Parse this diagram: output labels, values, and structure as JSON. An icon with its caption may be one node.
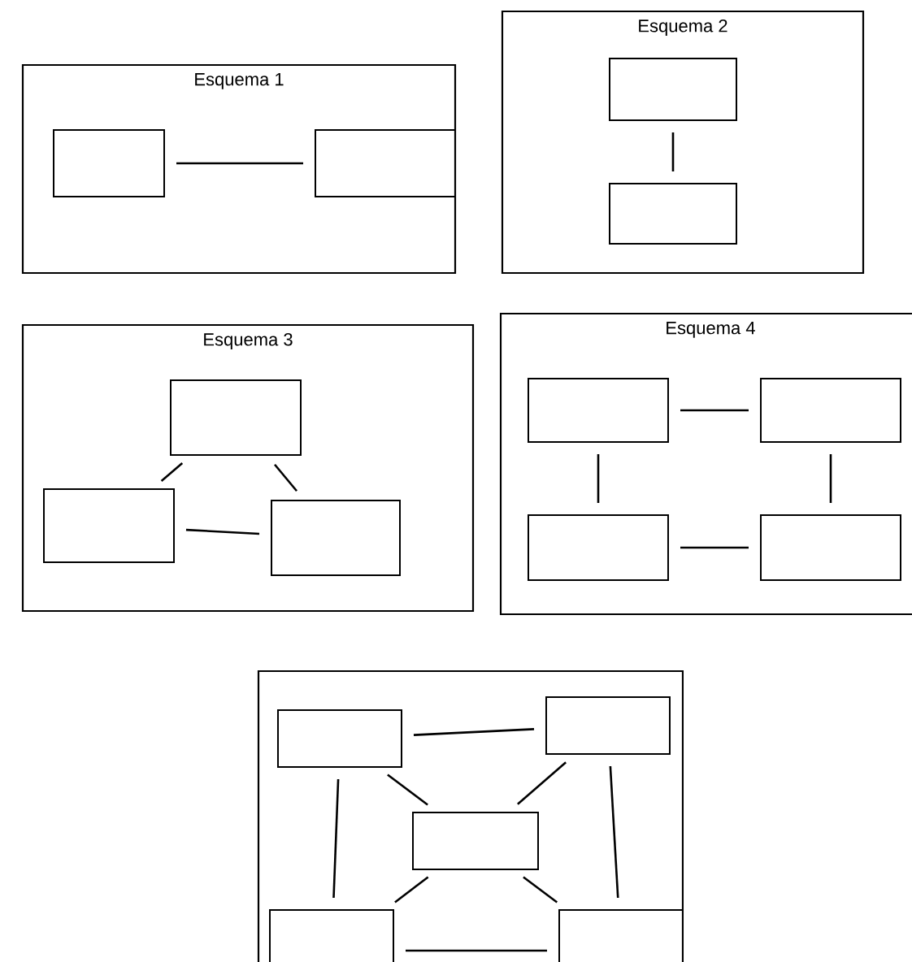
{
  "diagram": {
    "nodes": [
      {
        "text": [
          "Esquema 1"
        ]
      },
      {
        "text": [],
        "shape": "box",
        "in": 0
      },
      {
        "text": [],
        "shape": "box",
        "in": 0
      },
      {
        "text": [
          "Esquema 2"
        ]
      },
      {
        "text": [],
        "shape": "box",
        "in": 3
      },
      {
        "text": [],
        "shape": "box",
        "in": 3
      },
      {
        "text": [
          "Esquema 3"
        ]
      },
      {
        "text": [],
        "shape": "box",
        "in": 6
      },
      {
        "text": [],
        "shape": "box",
        "in": 6
      },
      {
        "text": [],
        "shape": "box",
        "in": 6
      },
      {
        "text": [
          "Esquema 4"
        ]
      },
      {
        "text": [],
        "shape": "box",
        "in": 10
      },
      {
        "text": [],
        "shape": "box",
        "in": 10
      },
      {
        "text": [],
        "shape": "box",
        "in": 10
      },
      {
        "text": [],
        "shape": "box",
        "in": 10
      },
      {
        "text": [],
        "shape": "box"
      },
      {
        "text": [],
        "shape": "box",
        "in": 15
      },
      {
        "text": [],
        "shape": "box",
        "in": 15
      },
      {
        "text": [],
        "shape": "box",
        "in": 15
      },
      {
        "text": [],
        "shape": "box",
        "in": 15
      },
      {
        "text": [],
        "shape": "box",
        "in": 15
      }
    ],
    "edges": [
      {
        "from": 1,
        "to": 2,
        "arrow": "none"
      },
      {
        "from": 4,
        "to": 5,
        "arrow": "none"
      },
      {
        "from": 8,
        "to": 7,
        "arrow": "none"
      },
      {
        "from": 7,
        "to": 9,
        "arrow": "none"
      },
      {
        "from": 8,
        "to": 9,
        "arrow": "none"
      },
      {
        "from": 11,
        "to": 12,
        "arrow": "none"
      },
      {
        "from": 11,
        "to": 13,
        "arrow": "none"
      },
      {
        "from": 12,
        "to": 14,
        "arrow": "none"
      },
      {
        "from": 13,
        "to": 14,
        "arrow": "none"
      },
      {
        "from": 16,
        "to": 17,
        "arrow": "none"
      },
      {
        "from": 16,
        "to": 19,
        "arrow": "none"
      },
      {
        "from": 17,
        "to": 20,
        "arrow": "none"
      },
      {
        "from": 16,
        "to": 18,
        "arrow": "none"
      },
      {
        "from": 17,
        "to": 18,
        "arrow": "none"
      },
      {
        "from": 18,
        "to": 19,
        "arrow": "none"
      },
      {
        "from": 18,
        "to": 20,
        "arrow": "none"
      },
      {
        "from": 19,
        "to": 20,
        "arrow": "none"
      }
    ]
  }
}
